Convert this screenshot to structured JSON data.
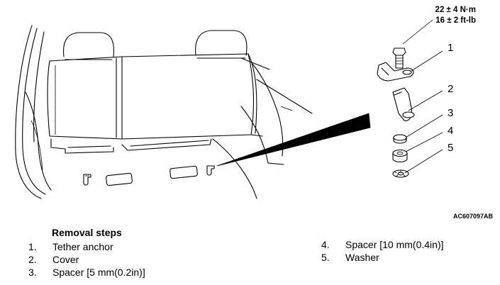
{
  "torque": {
    "metric": "22 ± 4 N·m",
    "imperial": "16 ± 2 ft-lb"
  },
  "callouts": [
    "1",
    "2",
    "3",
    "4",
    "5"
  ],
  "figure_code": "AC607097AB",
  "removal": {
    "title": "Removal steps",
    "steps": [
      {
        "num": "1.",
        "text": "Tether anchor"
      },
      {
        "num": "2.",
        "text": "Cover"
      },
      {
        "num": "3.",
        "text": "Spacer [5 mm(0.2in)]"
      },
      {
        "num": "4.",
        "text": "Spacer [10 mm(0.4in)]"
      },
      {
        "num": "5.",
        "text": "Washer"
      }
    ]
  }
}
